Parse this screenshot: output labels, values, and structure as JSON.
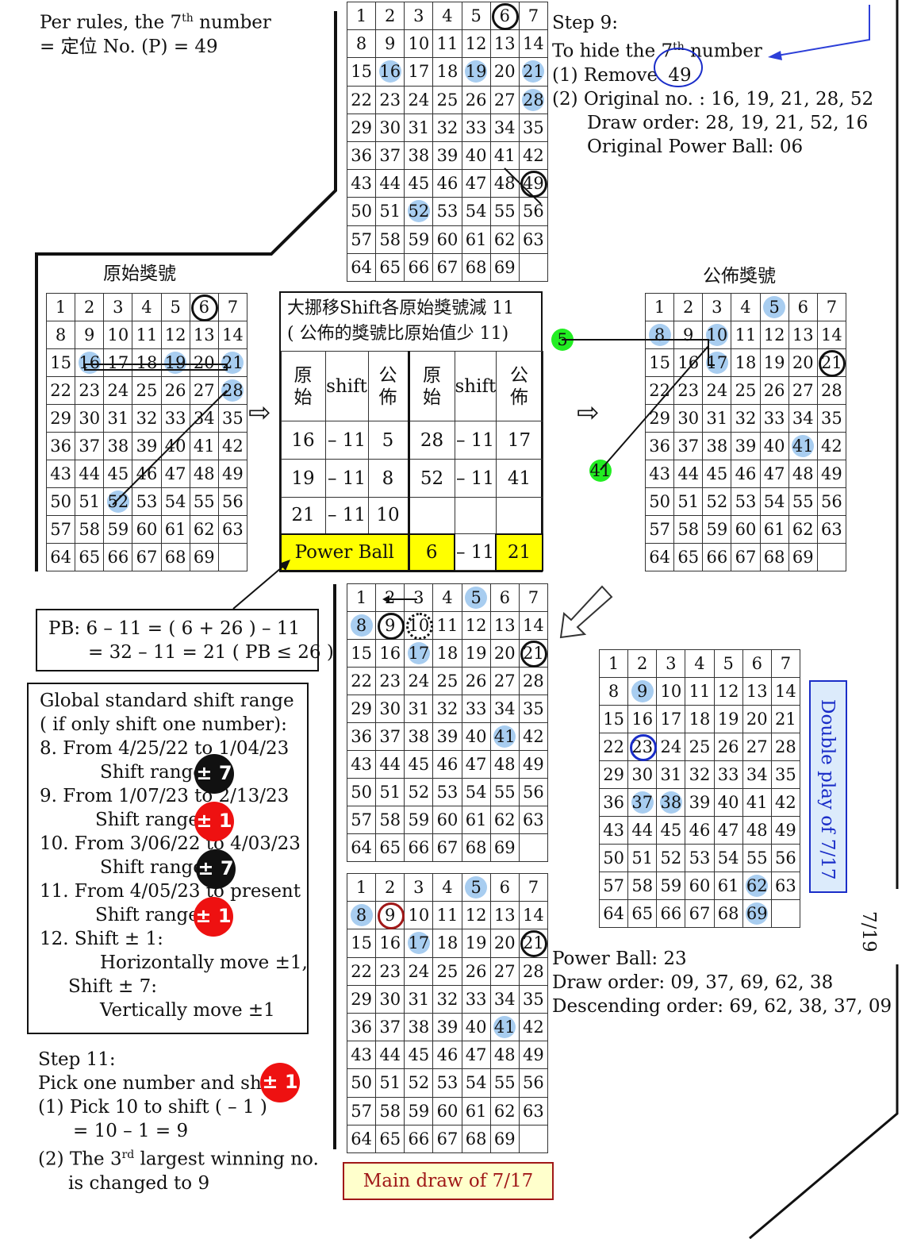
{
  "rules_note": {
    "line1_a": "Per rules, the 7",
    "line1_sup": "th",
    "line1_b": " number",
    "line2": "= 定位 No. (P) = 49"
  },
  "step9": {
    "title": "Step 9:",
    "line1_a": "To hide the 7",
    "line1_sup": "th",
    "line1_b": "  number",
    "remove": "(1)  Remove",
    "remove_value": "49",
    "original": "(2) Original no. :  16, 19, 21, 28, 52",
    "draw_order": "Draw order:  28, 19, 21, 52, 16",
    "power_ball": "Original Power Ball:  06"
  },
  "labels": {
    "original": "原始獎號",
    "announced": "公佈獎號",
    "main_draw": "Main draw of 7/17",
    "double_play": "Double play of 7/17",
    "page_date": "7/19"
  },
  "arrow_glyph": "⇨",
  "shift_table": {
    "title_line1": "大挪移Shift各原始獎號減 11",
    "title_line2": "( 公佈的獎號比原始值少 11)",
    "headers": [
      "原\n始",
      "shift",
      "公\n佈",
      "原\n始",
      "shift",
      "公\n佈"
    ],
    "rows": [
      [
        "16",
        "– 11",
        "5",
        "28",
        "– 11",
        "17"
      ],
      [
        "19",
        "– 11",
        "8",
        "52",
        "– 11",
        "41"
      ],
      [
        "21",
        "– 11",
        "10",
        "",
        "",
        ""
      ]
    ],
    "power_row": [
      "Power Ball",
      "6",
      "– 11",
      "21"
    ]
  },
  "pb_note": {
    "line1": "PB:  6 – 11 = ( 6 + 26 ) – 11",
    "line2": "= 32 – 11 = 21  ( PB ≤ 26 )"
  },
  "global_shift": {
    "lines": [
      "Global standard shift range",
      "( if only shift one number):",
      "8. From 4/25/22 to 1/04/23",
      "Shift range:",
      "9. From 1/07/23 to 2/13/23",
      "Shift range:",
      "10. From 3/06/22 to 4/03/23",
      "Shift range:",
      "11. From 4/05/23 to present",
      "Shift range:",
      "12. Shift ± 1:",
      "Horizontally move ±1,",
      "Shift ± 7:",
      "Vertically move ±1"
    ],
    "badges": [
      "± 7",
      "± 1",
      "± 7",
      "± 1"
    ],
    "badge_colors": [
      "black",
      "red",
      "black",
      "red"
    ]
  },
  "step11": {
    "title": "Step 11:",
    "line1": "Pick one number and shift",
    "badge": "± 1",
    "line2": "(1) Pick 10 to shift  ( – 1 )",
    "line3": "= 10 – 1 = 9",
    "line4_a": "(2) The 3",
    "line4_sup": "rd",
    "line4_b": " largest winning no.",
    "line5": "is changed to 9"
  },
  "double_play_info": {
    "power_ball": "Power Ball:  23",
    "draw_order": "Draw order: 09, 37, 69, 62, 38",
    "descending": "Descending order:  69, 62, 38, 37, 09"
  },
  "green_dots": [
    "5",
    "41"
  ],
  "grids": {
    "top": {
      "hl": [
        16,
        19,
        21,
        28,
        52
      ],
      "rings": [
        [
          6,
          "black"
        ],
        [
          49,
          "black"
        ]
      ]
    },
    "original": {
      "hl": [
        16,
        19,
        21,
        28,
        52
      ],
      "rings": [
        [
          6,
          "black"
        ]
      ]
    },
    "announced": {
      "hl": [
        5,
        8,
        10,
        17,
        41
      ],
      "rings": [
        [
          21,
          "black"
        ]
      ]
    },
    "mid": {
      "hl": [
        5,
        8,
        17,
        41
      ],
      "rings": [
        [
          9,
          "black"
        ],
        [
          10,
          "dot"
        ],
        [
          21,
          "black"
        ]
      ]
    },
    "bottom": {
      "hl": [
        5,
        8,
        17,
        41
      ],
      "rings": [
        [
          9,
          "red"
        ],
        [
          21,
          "black"
        ]
      ]
    },
    "double": {
      "hl": [
        9,
        37,
        38,
        62,
        69
      ],
      "rings": [
        [
          23,
          "blue"
        ]
      ]
    }
  },
  "colors": {
    "highlight": "#a8cdf0",
    "yellow": "#ffff00",
    "green": "#22ee22",
    "red_badge": "#ee1111",
    "blue_ring": "#1a2dc8",
    "dark_red": "#a01818"
  }
}
